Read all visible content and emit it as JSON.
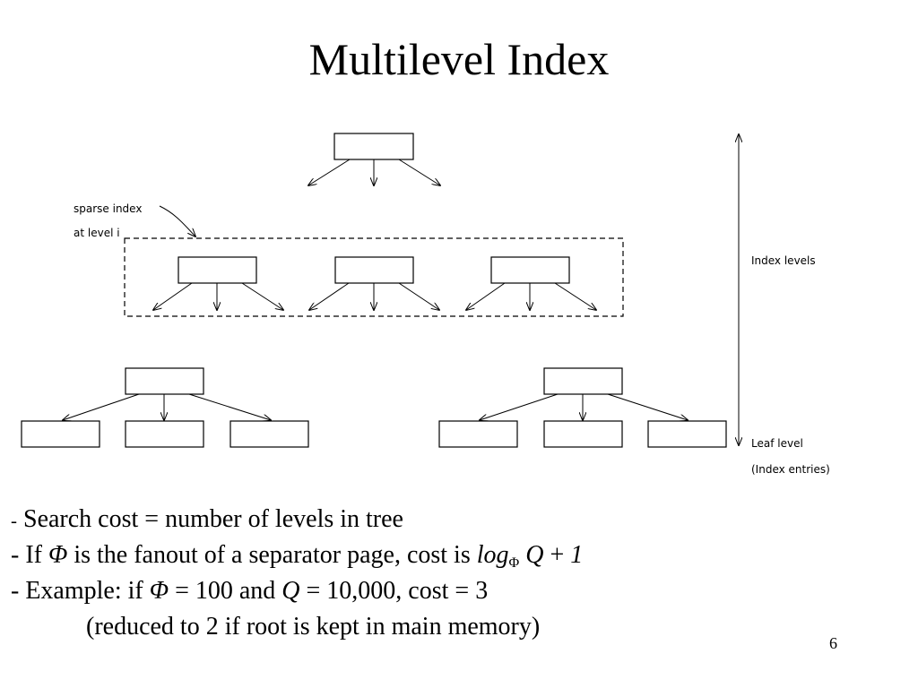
{
  "slide": {
    "title": "Multilevel Index",
    "page_number": "6"
  },
  "diagram": {
    "sparse_label_line1": "sparse index",
    "sparse_label_line2": "at level i",
    "index_levels_label": "Index levels",
    "leaf_level_label": "Leaf level",
    "index_entries_label": "(Index entries)"
  },
  "bullets": {
    "line1": {
      "dash": "-",
      "text": "Search cost = number of levels in tree"
    },
    "line2": {
      "pre": "- If",
      "phi": "Φ",
      "mid": "is the fanout of a separator page, cost is",
      "log": "log",
      "sub": "Φ",
      "q": "Q",
      "plus": "+",
      "one": "1"
    },
    "line3": {
      "pre": "- Example: if",
      "phi": "Φ",
      "eq1": "= 100 and",
      "q": "Q",
      "eq2": "= 10,000, cost = 3"
    },
    "line4": "(reduced to 2 if root is kept in main memory)"
  }
}
